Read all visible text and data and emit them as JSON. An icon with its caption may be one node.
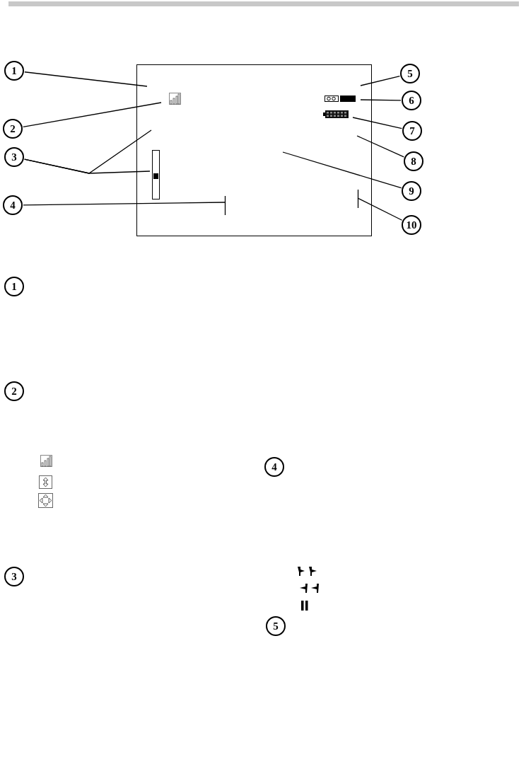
{
  "diagram": {
    "nodes": [
      {
        "text": [
          "1"
        ]
      },
      {
        "text": [
          "2"
        ]
      },
      {
        "text": [
          "3"
        ]
      },
      {
        "text": [
          "4"
        ]
      },
      {
        "text": [
          "5"
        ]
      },
      {
        "text": [
          "6"
        ]
      },
      {
        "text": [
          "7"
        ]
      },
      {
        "text": [
          "8"
        ]
      },
      {
        "text": [
          "9"
        ]
      },
      {
        "text": [
          "10"
        ]
      },
      {
        "text": [
          "1"
        ]
      },
      {
        "text": [
          "2"
        ]
      },
      {
        "text": [
          "3"
        ]
      },
      {
        "text": [
          "4"
        ]
      },
      {
        "text": [
          "5"
        ]
      }
    ],
    "edges": [
      {
        "from": 0,
        "to": null,
        "arrow": "none"
      },
      {
        "from": 1,
        "to": null,
        "arrow": "none"
      },
      {
        "from": 2,
        "to": null,
        "arrow": "none"
      },
      {
        "from": 2,
        "to": null,
        "arrow": "none"
      },
      {
        "from": 3,
        "to": null,
        "arrow": "none"
      },
      {
        "from": 4,
        "to": null,
        "arrow": "none"
      },
      {
        "from": 5,
        "to": null,
        "arrow": "none"
      },
      {
        "from": 6,
        "to": null,
        "arrow": "none"
      },
      {
        "from": 7,
        "to": null,
        "arrow": "none"
      },
      {
        "from": 8,
        "to": null,
        "arrow": "none"
      },
      {
        "from": 9,
        "to": null,
        "arrow": "none"
      }
    ],
    "labels": []
  }
}
